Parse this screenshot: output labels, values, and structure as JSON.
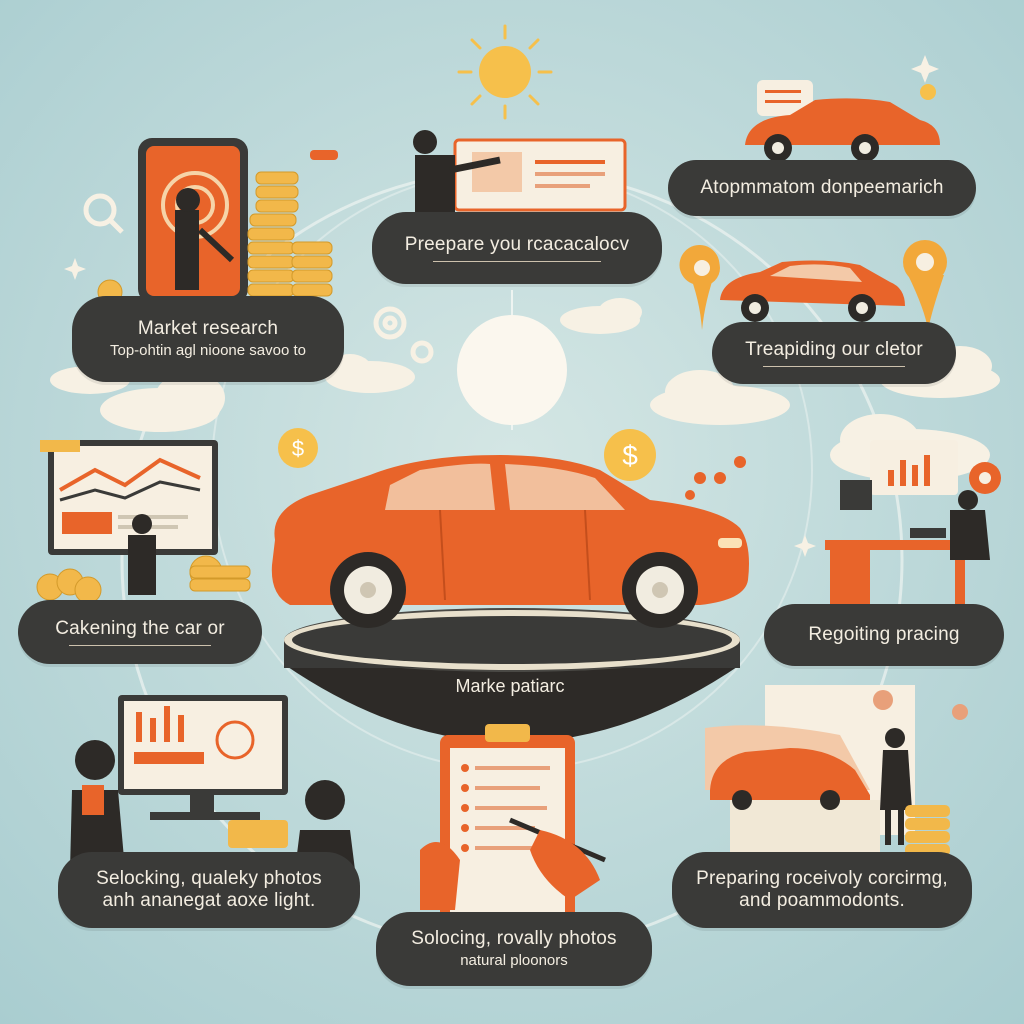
{
  "steps": {
    "market_research": {
      "title": "Market research",
      "subtitle": "Top-ohtin agl nioone savoo to"
    },
    "prepare_catalog": {
      "title": "Preepare you rcacacalocv"
    },
    "top_right": {
      "title": "Atopmmatom donpeemarich"
    },
    "trapiding": {
      "title": "Treapiding our cletor"
    },
    "cleaning": {
      "title": "Cakening the car or"
    },
    "regoiting": {
      "title": "Regoiting pracing"
    },
    "center": {
      "title": "Marke patiarc"
    },
    "selecting_left": {
      "title": "Selocking, qualeky photos",
      "subtitle": "anh ananegat aoxe light."
    },
    "selecting_bottom": {
      "title": "Solocing, rovally photos",
      "subtitle": "natural ploonors"
    },
    "preparing_right": {
      "title": "Preparing roceivoly corcirmg,",
      "subtitle": "and poammodonts."
    }
  },
  "icons": [
    "sun-icon",
    "magnifier-icon",
    "gear-icon",
    "dollar-icon",
    "location-pin-icon",
    "clipboard-icon",
    "coin-stack-icon",
    "laptop-icon",
    "chart-icon"
  ],
  "colors": {
    "background": "#bcd8d9",
    "accent": "#e8642a",
    "pill": "#3a3a38",
    "coin": "#f2b84a"
  }
}
